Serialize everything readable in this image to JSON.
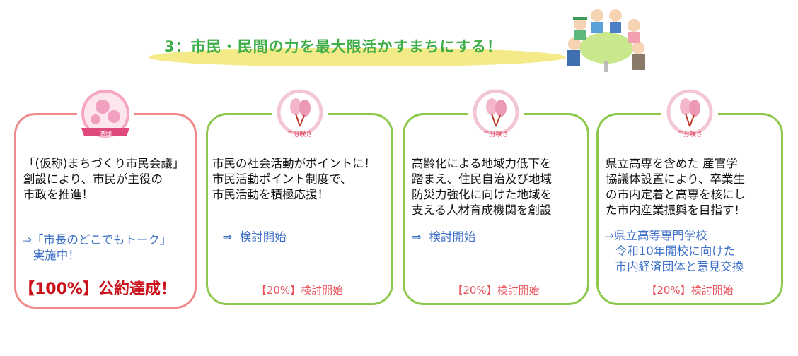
{
  "title": "3：市民・民間の力を最大限活かすまちにする！",
  "cards": [
    {
      "badge": "満開",
      "body": "「(仮称)まちづくり市民会議」\n創設により、市民が主役の\n市政を推進！",
      "progress": "⇒「市長のどこでもトーク」\n   実施中！",
      "status": "【100%】公約達成！"
    },
    {
      "badge": "二分咲き",
      "body": "市民の社会活動がポイントに！\n市民活動ポイント制度で、\n市民活動を積極応援！",
      "progress": "  ⇒  検討開始",
      "status": "【20%】検討開始"
    },
    {
      "badge": "二分咲き",
      "body": "高齢化による地域力低下を\n踏まえ、住民自治及び地域\n防災力強化に向けた地域を\n支える人材育成機関を創設",
      "progress": "⇒  検討開始",
      "status": "【20%】検討開始"
    },
    {
      "badge": "二分咲き",
      "body": "県立高専を含めた 産官学\n協議体設置により、卒業生\nの市内定着と高専を核にし\nた市内産業振興を目指す！",
      "progress": "⇒県立高等専門学校\n   令和10年開校に向けた\n   市内経済団体と意見交換",
      "status": "【20%】検討開始"
    }
  ]
}
